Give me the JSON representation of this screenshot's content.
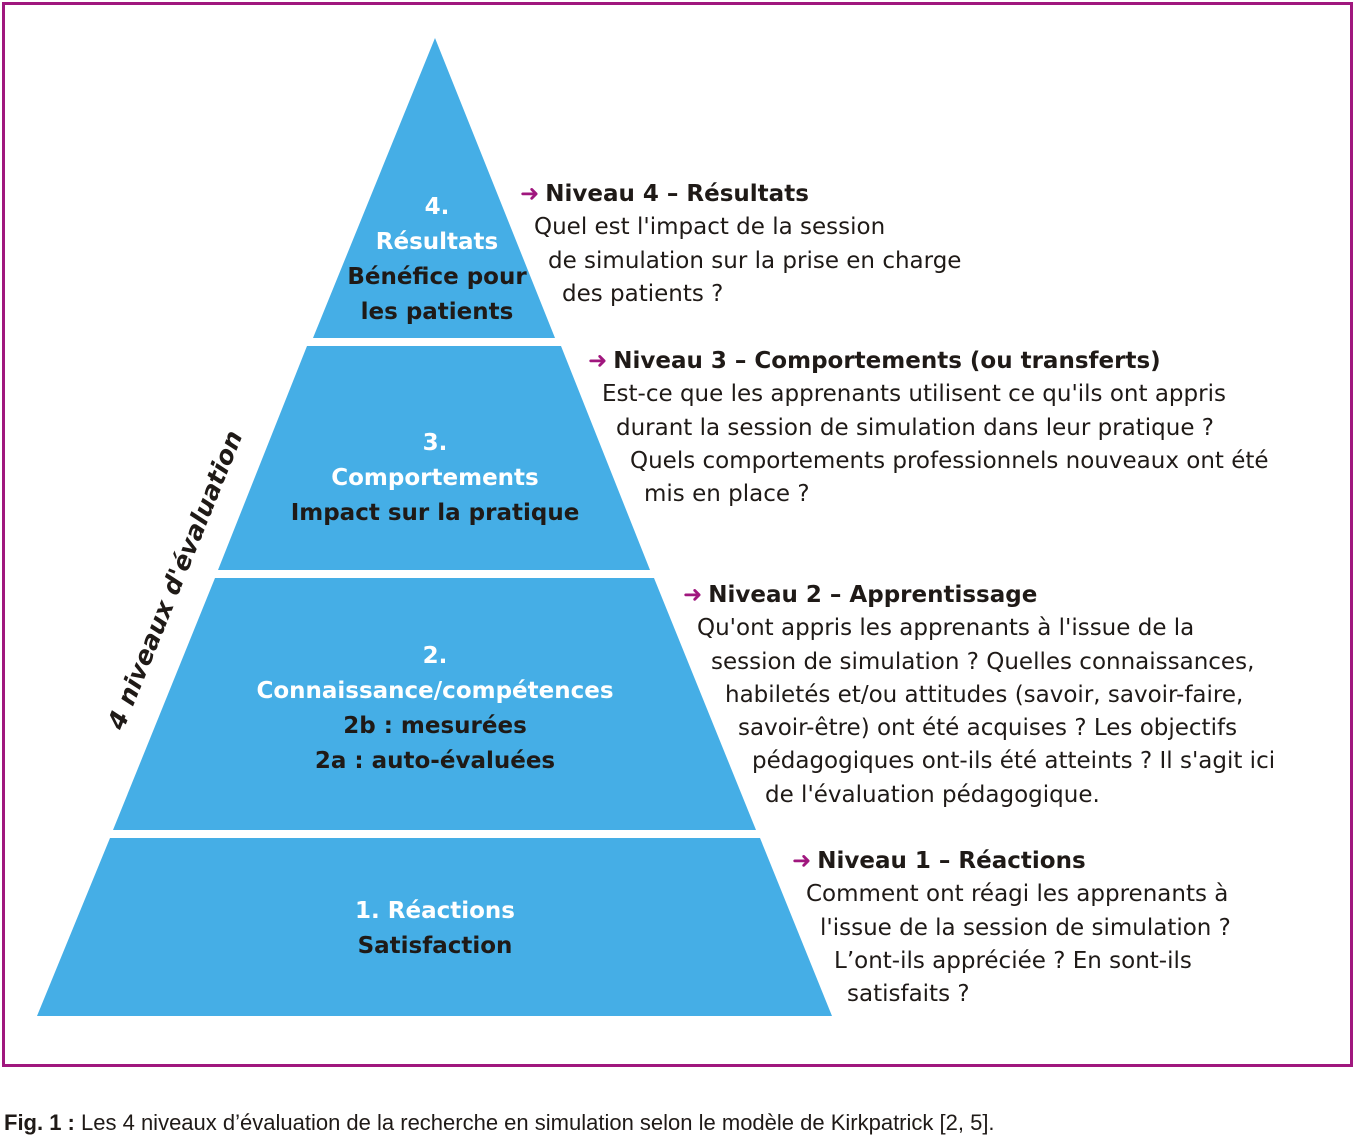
{
  "colors": {
    "frame": "#a0177e",
    "tier_fill": "#45aee6",
    "arrow": "#a0177e",
    "text_dark": "#1f1a17"
  },
  "side_label": "4 niveaux d'évaluation",
  "tiers": [
    {
      "number": "4.",
      "lines": [
        "Résultats",
        "Bénéfice pour",
        "les patients"
      ]
    },
    {
      "number": "3.",
      "lines": [
        "Comportements",
        "Impact sur la pratique"
      ]
    },
    {
      "number": "2.",
      "lines": [
        "Connaissance/compétences",
        "2b : mesurées",
        "2a : auto-évaluées"
      ]
    },
    {
      "number": "",
      "lines": [
        "1. Réactions",
        "Satisfaction"
      ]
    }
  ],
  "descriptions": [
    {
      "arrow": "➜",
      "title": "Niveau 4 – Résultats",
      "lines": [
        "Quel est l'impact de la session",
        "de simulation sur la prise en charge",
        "des patients ?"
      ]
    },
    {
      "arrow": "➜",
      "title": "Niveau 3 – Comportements (ou transferts)",
      "lines": [
        "Est-ce que les apprenants utilisent ce qu'ils ont appris",
        "durant la session de simulation dans leur pratique ?",
        "Quels comportements professionnels nouveaux ont été",
        "mis en place ?"
      ]
    },
    {
      "arrow": "➜",
      "title": "Niveau 2 – Apprentissage",
      "lines": [
        "Qu'ont appris les apprenants à l'issue de la",
        "session de simulation ? Quelles connaissances,",
        "habiletés et/ou attitudes (savoir, savoir-faire,",
        "savoir-être) ont été acquises ? Les objectifs",
        "pédagogiques ont-ils été atteints ? Il s'agit ici",
        "de l'évaluation pédagogique."
      ]
    },
    {
      "arrow": "➜",
      "title": "Niveau 1 – Réactions",
      "lines": [
        "Comment ont réagi les apprenants à",
        "l'issue de la session de simulation ?",
        "L’ont-ils appréciée ? En sont-ils",
        "satisfaits ?"
      ]
    }
  ],
  "caption": {
    "label": "Fig. 1 :",
    "text": "Les 4 niveaux d’évaluation de la recherche en simulation selon le modèle de Kirkpatrick [2, 5]."
  }
}
